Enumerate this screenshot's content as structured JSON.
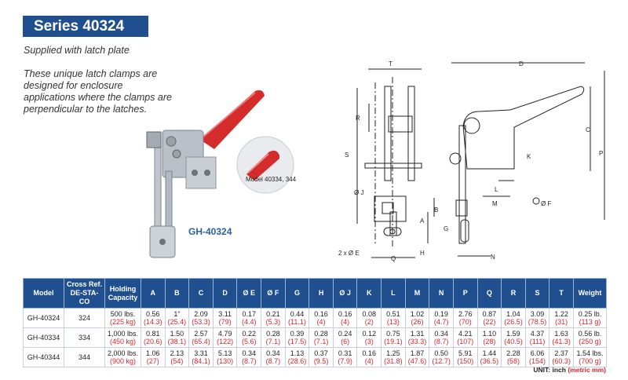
{
  "header": {
    "series_title": "Series 40324"
  },
  "intro": {
    "subtitle": "Supplied with latch plate",
    "description": "These unique latch clamps are designed for enclosure applications where the clamps are perpendicular to the latches."
  },
  "images": {
    "product_label": "GH-40324",
    "inset_label": "Model 40334, 344"
  },
  "drawing": {
    "labels": [
      "T",
      "D",
      "R",
      "S",
      "C",
      "P",
      "K",
      "L",
      "M",
      "Ø F",
      "Ø J",
      "A",
      "B",
      "G",
      "H",
      "Q",
      "N",
      "2 x Ø E"
    ]
  },
  "table": {
    "headers": [
      "Model",
      "Cross Ref. DE-STA-CO",
      "Holding Capacity",
      "A",
      "B",
      "C",
      "D",
      "Ø E",
      "Ø F",
      "G",
      "H",
      "Ø J",
      "K",
      "L",
      "M",
      "N",
      "P",
      "Q",
      "R",
      "S",
      "T",
      "Weight"
    ],
    "rows": [
      {
        "model": "GH-40324",
        "cross_ref": "324",
        "cells": [
          {
            "in": "500 lbs.",
            "mm": "(225 kg)"
          },
          {
            "in": "0.56",
            "mm": "(14.3)"
          },
          {
            "in": "1\"",
            "mm": "(25.4)"
          },
          {
            "in": "2.09",
            "mm": "(53.3)"
          },
          {
            "in": "3.11",
            "mm": "(79)"
          },
          {
            "in": "0.17",
            "mm": "(4.4)"
          },
          {
            "in": "0.21",
            "mm": "(5.3)"
          },
          {
            "in": "0.44",
            "mm": "(11.1)"
          },
          {
            "in": "0.16",
            "mm": "(4)"
          },
          {
            "in": "0.16",
            "mm": "(4)"
          },
          {
            "in": "0.08",
            "mm": "(2)"
          },
          {
            "in": "0.51",
            "mm": "(13)"
          },
          {
            "in": "1.02",
            "mm": "(26)"
          },
          {
            "in": "0.19",
            "mm": "(4.7)"
          },
          {
            "in": "2.76",
            "mm": "(70)"
          },
          {
            "in": "0.87",
            "mm": "(22)"
          },
          {
            "in": "1.04",
            "mm": "(26.5)"
          },
          {
            "in": "3.09",
            "mm": "(78.5)"
          },
          {
            "in": "1.22",
            "mm": "(31)"
          },
          {
            "in": "0.25 lb.",
            "mm": "(113 g)"
          }
        ]
      },
      {
        "model": "GH-40334",
        "cross_ref": "334",
        "cells": [
          {
            "in": "1,000 lbs.",
            "mm": "(450 kg)"
          },
          {
            "in": "0.81",
            "mm": "(20.6)"
          },
          {
            "in": "1.50",
            "mm": "(38.1)"
          },
          {
            "in": "2.57",
            "mm": "(65.4)"
          },
          {
            "in": "4.79",
            "mm": "(122)"
          },
          {
            "in": "0.22",
            "mm": "(5.6)"
          },
          {
            "in": "0.28",
            "mm": "(7.1)"
          },
          {
            "in": "0.39",
            "mm": "(17.5)"
          },
          {
            "in": "0.28",
            "mm": "(7.1)"
          },
          {
            "in": "0.24",
            "mm": "(6)"
          },
          {
            "in": "0.12",
            "mm": "(3)"
          },
          {
            "in": "0.75",
            "mm": "(19.1)"
          },
          {
            "in": "1.31",
            "mm": "(33.3)"
          },
          {
            "in": "0.34",
            "mm": "(8.7)"
          },
          {
            "in": "4.21",
            "mm": "(107)"
          },
          {
            "in": "1.10",
            "mm": "(28)"
          },
          {
            "in": "1.59",
            "mm": "(40.5)"
          },
          {
            "in": "4.37",
            "mm": "(111)"
          },
          {
            "in": "1.63",
            "mm": "(41.3)"
          },
          {
            "in": "0.56 lb.",
            "mm": "(250 g)"
          }
        ]
      },
      {
        "model": "GH-40344",
        "cross_ref": "344",
        "cells": [
          {
            "in": "2,000 lbs.",
            "mm": "(900 kg)"
          },
          {
            "in": "1.06",
            "mm": "(27)"
          },
          {
            "in": "2.13",
            "mm": "(54)"
          },
          {
            "in": "3.31",
            "mm": "(84.1)"
          },
          {
            "in": "5.13",
            "mm": "(130)"
          },
          {
            "in": "0.34",
            "mm": "(8.7)"
          },
          {
            "in": "0.34",
            "mm": "(8.7)"
          },
          {
            "in": "1.13",
            "mm": "(28.6)"
          },
          {
            "in": "0.37",
            "mm": "(9.5)"
          },
          {
            "in": "0.31",
            "mm": "(7.9)"
          },
          {
            "in": "0.16",
            "mm": "(4)"
          },
          {
            "in": "1.25",
            "mm": "(31.8)"
          },
          {
            "in": "1.87",
            "mm": "(47.6)"
          },
          {
            "in": "0.50",
            "mm": "(12.7)"
          },
          {
            "in": "5.91",
            "mm": "(150)"
          },
          {
            "in": "1.44",
            "mm": "(36.5)"
          },
          {
            "in": "2.28",
            "mm": "(58)"
          },
          {
            "in": "6.06",
            "mm": "(154)"
          },
          {
            "in": "2.37",
            "mm": "(60.3)"
          },
          {
            "in": "1.54 lbs.",
            "mm": "(700 g)"
          }
        ]
      }
    ]
  },
  "footer": {
    "unit_prefix": "UNIT: inch",
    "unit_metric": "(metric mm)"
  },
  "colors": {
    "brand_blue": "#1f4f8f",
    "metric_red": "#d7262e",
    "handle_red": "#d42b2b"
  }
}
